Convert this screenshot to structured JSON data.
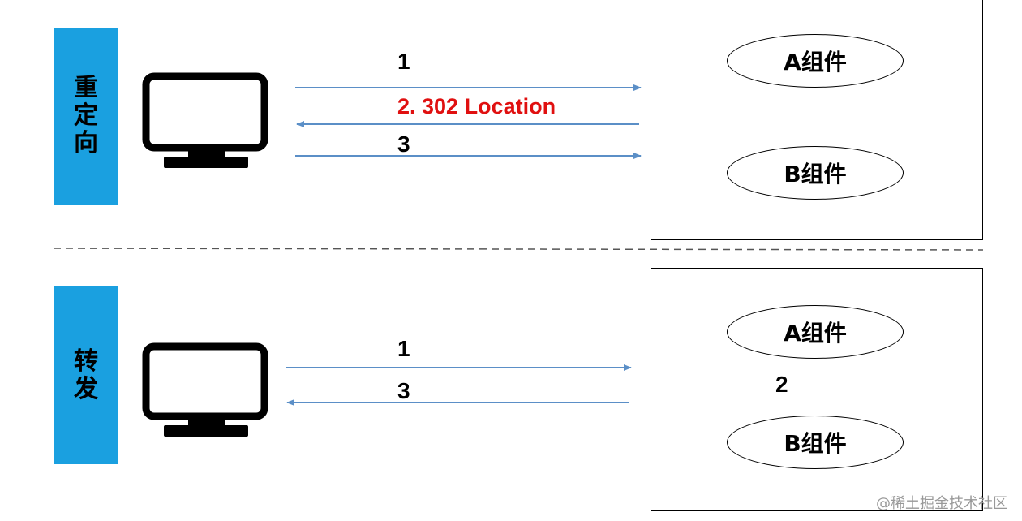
{
  "top_section": {
    "label_chars": [
      "重",
      "定",
      "向"
    ],
    "step1": "1",
    "step2": "2. 302 Location",
    "step3": "3",
    "component_a": "A组件",
    "component_b": "B组件"
  },
  "bottom_section": {
    "label_chars": [
      "转",
      "发"
    ],
    "step1": "1",
    "step2": "2",
    "step3": "3",
    "component_a": "A组件",
    "component_b": "B组件"
  },
  "watermark": "@稀土掘金技术社区",
  "colors": {
    "label_bg": "#1aa0e0",
    "arrow": "#5b8fc7",
    "highlight": "#e01010"
  }
}
